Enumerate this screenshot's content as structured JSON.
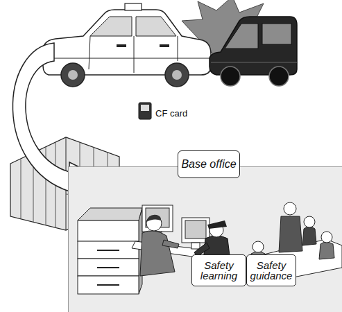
{
  "diagram": {
    "nodes": [
      {
        "text": [
          "Base office"
        ]
      },
      {
        "text": [
          "Safety learning"
        ],
        "in": 0
      },
      {
        "text": [
          "Safety guidance"
        ],
        "in": 0
      }
    ],
    "labels": [
      "CF card"
    ]
  }
}
